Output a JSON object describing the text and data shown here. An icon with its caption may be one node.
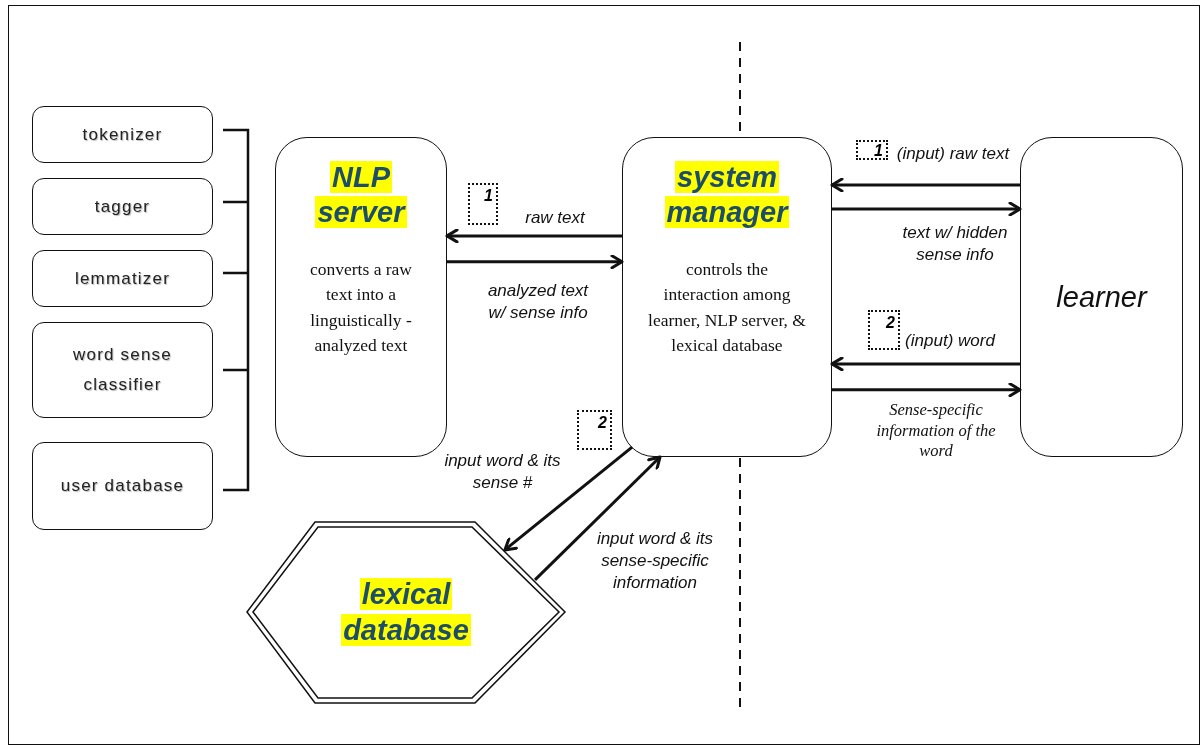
{
  "diagram": {
    "nodes": [
      {
        "text": [
          "tokenizer"
        ]
      },
      {
        "text": [
          "tagger"
        ]
      },
      {
        "text": [
          "lemmatizer"
        ]
      },
      {
        "text": [
          "word sense classifier"
        ]
      },
      {
        "text": [
          "user database"
        ]
      },
      {
        "text": [
          "NLP server",
          "converts a raw text into a linguistically -analyzed text"
        ]
      },
      {
        "text": [
          "system manager",
          "controls the interaction among learner, NLP server, & lexical database"
        ]
      },
      {
        "text": [
          "learner"
        ]
      },
      {
        "text": [
          "lexical database"
        ]
      }
    ],
    "edges": [
      {
        "from": 6,
        "to": 5,
        "arrow": "to",
        "label": "raw text"
      },
      {
        "from": 5,
        "to": 6,
        "arrow": "to",
        "label": "analyzed text w/ sense info"
      },
      {
        "from": 7,
        "to": 6,
        "arrow": "to",
        "label": "(input) raw text"
      },
      {
        "from": 6,
        "to": 7,
        "arrow": "to",
        "label": "text w/ hidden sense info"
      },
      {
        "from": 7,
        "to": 6,
        "arrow": "to",
        "label": "(input) word"
      },
      {
        "from": 6,
        "to": 7,
        "arrow": "to",
        "label": "Sense-specific information of the word"
      },
      {
        "from": 6,
        "to": 8,
        "arrow": "to",
        "label": "input word & its sense #"
      },
      {
        "from": 8,
        "to": 6,
        "arrow": "to",
        "label": "input word & its sense-specific information"
      }
    ],
    "labels": [
      "1",
      "1",
      "2",
      "2"
    ]
  }
}
